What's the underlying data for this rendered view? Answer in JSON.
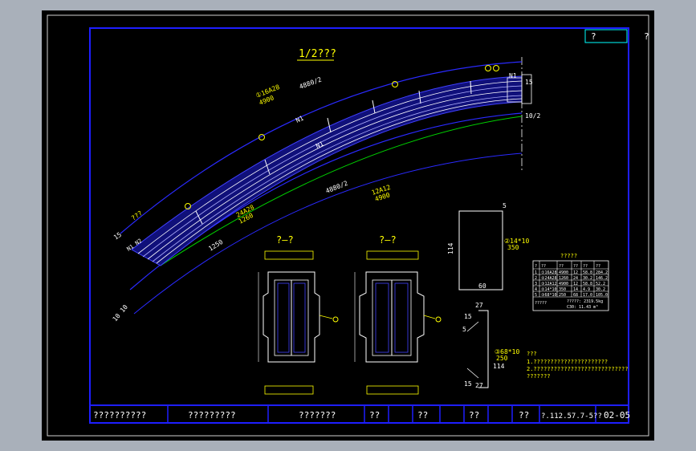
{
  "drawing": {
    "corner_tag": "?",
    "corner_mark": "?",
    "title": "1/2???",
    "section_a_label": "?—?",
    "section_b_label": "?—?",
    "callouts": {
      "top_bar": "①16A28",
      "top_bar_len": "4900",
      "outer_arc": "4880/2",
      "inner_arc": "4880/2",
      "lower_bar": "12A12",
      "lower_bar_len": "4900",
      "mid_bar": "24A28",
      "mid_bar_len": "1260",
      "radius": "1250",
      "n1_top": "N1",
      "n1_mid": "N1",
      "n1_side": "N1",
      "n1_n2": "N1 N2",
      "left_label": "???",
      "left_dim": "15",
      "bottom_dim": "10 10",
      "right_dim": "10/2",
      "right_dim2": "15"
    },
    "stirrup": {
      "top": "5",
      "left": "114",
      "bottom": "60",
      "callout": "②14*10",
      "callout_len": "350"
    },
    "hook": {
      "top": "27",
      "left_top": "15",
      "mid": "5",
      "callout": "③68*10",
      "callout_len": "250",
      "right": "114",
      "left_bottom": "15",
      "bottom": "27"
    },
    "table": {
      "title": "?????",
      "header": [
        "?",
        "??",
        "??",
        "??",
        "??",
        "??"
      ],
      "rows": [
        [
          "1",
          "①16A28",
          "4900",
          "12",
          "58.8",
          "284.2"
        ],
        [
          "2",
          "②24A28",
          "1260",
          "24",
          "30.2",
          "146.2"
        ],
        [
          "3",
          "③12A12",
          "4900",
          "12",
          "58.8",
          "52.2"
        ],
        [
          "4",
          "②14*10",
          "350",
          "14",
          "4.9",
          "30.2"
        ],
        [
          "5",
          "③68*10",
          "250",
          "68",
          "17.0",
          "105.0"
        ]
      ],
      "footer": "?????",
      "footer_values": "?????: 2319.5kg",
      "footer_values2": "C30: 11.43 m³"
    },
    "notes": {
      "title": "???",
      "line1": "1.??????????????????????",
      "line2": "2.????????????????????????????",
      "line3": "???????"
    }
  },
  "title_block": {
    "cells": [
      "??????????",
      "?????????",
      "???????",
      "??",
      "??",
      "??",
      "??",
      "?.112.57.7-5??",
      "02-05"
    ]
  }
}
